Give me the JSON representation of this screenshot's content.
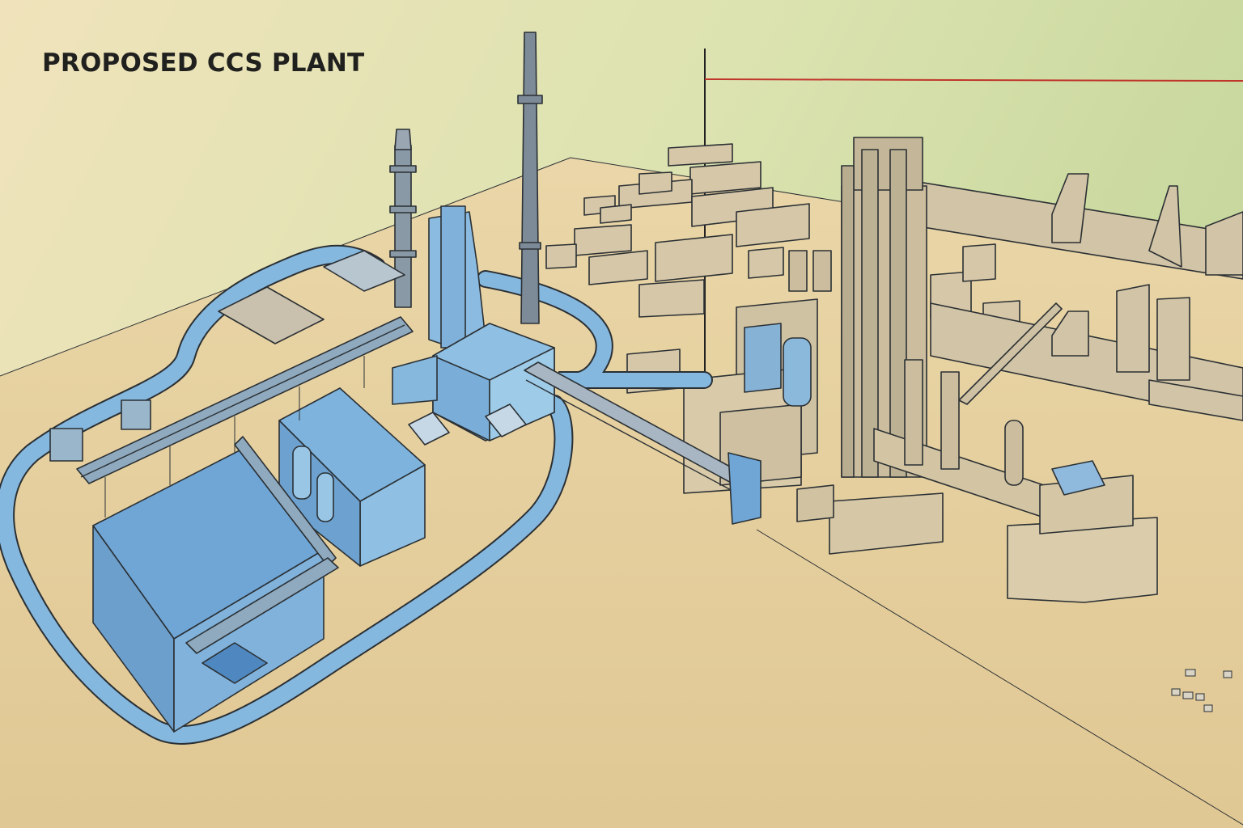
{
  "header": {
    "title": "PROPOSED CCS PLANT"
  },
  "colors": {
    "sky_top": "#c9d9a0",
    "ground": "#e6cf9e",
    "ccs_blue": "#84b6dc",
    "ccs_blue_dark": "#5e98c8",
    "existing_plant": "#d6c7a8",
    "ink": "#2b3034",
    "red_line": "#c0362c"
  },
  "icons": {
    "ccs_area": "industrial-plant-illustration",
    "existing_area": "industrial-plant-illustration"
  }
}
